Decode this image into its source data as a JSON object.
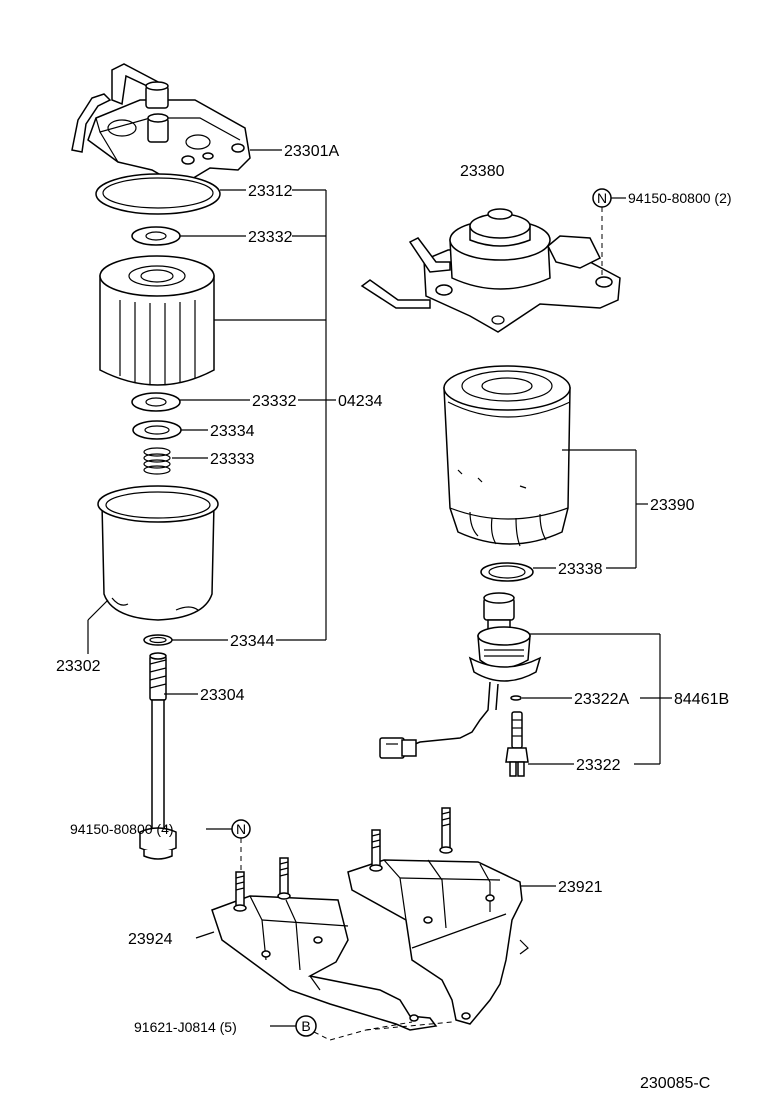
{
  "labels": {
    "p23301A": "23301A",
    "p23312": "23312",
    "p23332a": "23332",
    "p23332b": "23332",
    "p04234": "04234",
    "p23334": "23334",
    "p23333": "23333",
    "p23302": "23302",
    "p23344": "23344",
    "p23304": "23304",
    "p23380": "23380",
    "p94150_top": "94150-80800 (2)",
    "p23390": "23390",
    "p23338": "23338",
    "p23322A": "23322A",
    "p84461B": "84461B",
    "p23322": "23322",
    "p94150_bot": "94150-80800 (4)",
    "p23921": "23921",
    "p23924": "23924",
    "p91621": "91621-J0814 (5)",
    "diagram_id": "230085-C"
  },
  "symbols": {
    "n_top": "N",
    "n_bot": "N",
    "b": "B"
  }
}
